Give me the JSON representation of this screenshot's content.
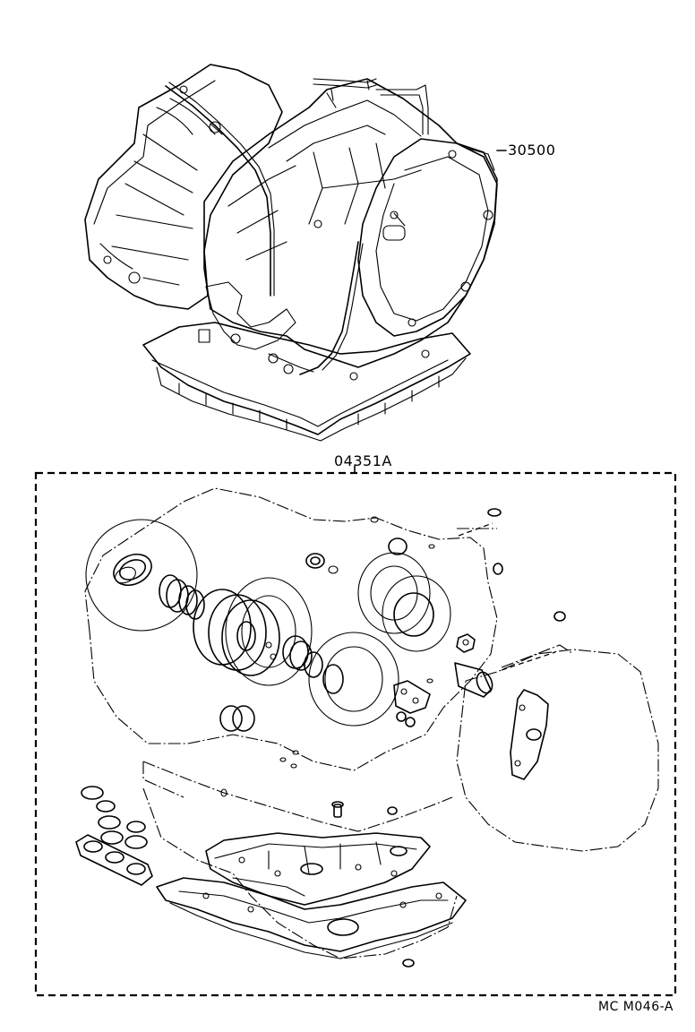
{
  "labels": {
    "transaxle_part": "30500",
    "gasket_kit_part": "04351A",
    "figure_code": "MC M046-A"
  },
  "colors": {
    "ink": "#000000",
    "paper": "#ffffff"
  }
}
